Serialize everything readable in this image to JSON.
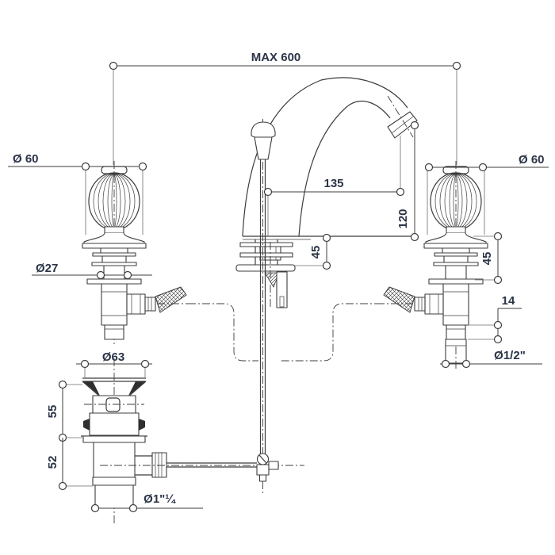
{
  "drawing": {
    "background": "#ffffff",
    "line_color": "#3c3c3c",
    "text_color": "#2b3447",
    "dimensions": {
      "max_center_distance": "MAX 600",
      "left_handle_diameter": "Ø 60",
      "right_handle_diameter": "Ø 60",
      "handle_shank_diameter": "Ø27",
      "spout_reach": "135",
      "spout_height": "120",
      "spout_deck_thickness": "45",
      "handle_deck_thickness": "45",
      "adapter_length": "14",
      "supply_connection": "Ø1/2\"",
      "waste_flange_diameter": "Ø63",
      "waste_upper_height": "55",
      "waste_lower_height": "52",
      "waste_connection": "Ø1\"¼"
    }
  }
}
